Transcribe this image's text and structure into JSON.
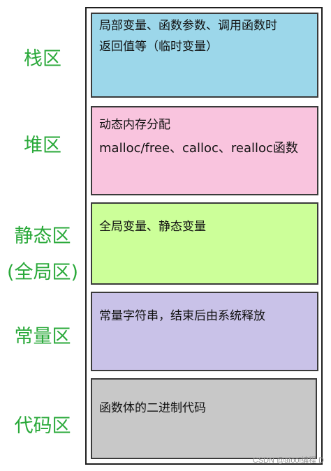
{
  "colors": {
    "label_green": "#2aa93a",
    "stack_fill": "#9cd7ea",
    "heap_fill": "#f9c4de",
    "static_fill": "#ccff99",
    "const_fill": "#c9c2e8",
    "code_fill": "#c8c8c8"
  },
  "segments": [
    {
      "label": "栈区",
      "lines": [
        "局部变量、函数参数、调用函数时",
        "返回值等（临时变量）"
      ]
    },
    {
      "label": "堆区",
      "lines": [
        "动态内存分配",
        "malloc/free、calloc、realloc函数"
      ]
    },
    {
      "label_line1": "静态区",
      "label_line2": "(全局区)",
      "lines": [
        "全局变量、静态变量"
      ]
    },
    {
      "label": "常量区",
      "lines": [
        "常量字符串，结束后由系统释放"
      ]
    },
    {
      "label": "代码区",
      "lines": [
        "函数体的二进制代码"
      ]
    }
  ],
  "watermark": "CSDN @afooi编程 D"
}
